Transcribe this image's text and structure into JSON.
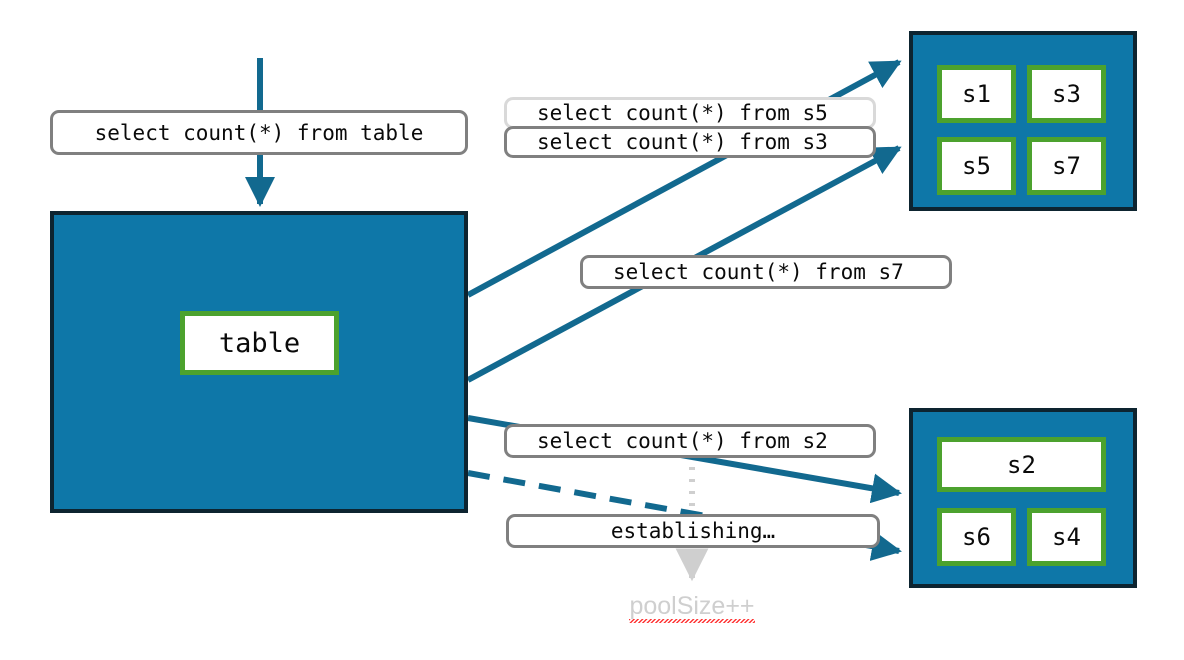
{
  "diagram": {
    "title": "sharded table connection pool diagram",
    "colors": {
      "pool_fill": "#0e77a8",
      "pool_border": "#0d2430",
      "node_border": "#4ca22e",
      "node_fill": "#ffffff",
      "arrow": "#12698f",
      "label_border": "#808080",
      "label_border_light": "#d9d9d9",
      "muted_text": "#cfcfcf",
      "spell_error": "#ff2b2b"
    }
  },
  "queries": {
    "table": "select count(*) from table",
    "s5": "select count(*) from s5",
    "s3": "select count(*) from s3",
    "s7": "select count(*) from s7",
    "s2": "select count(*) from s2",
    "establishing": "establishing…"
  },
  "table_pool": {
    "node_label": "table"
  },
  "pool_top": {
    "shards": [
      {
        "label": "s1"
      },
      {
        "label": "s3"
      },
      {
        "label": "s5"
      },
      {
        "label": "s7"
      }
    ]
  },
  "pool_bottom": {
    "shards": [
      {
        "label": "s2"
      },
      {
        "label": "s6"
      },
      {
        "label": "s4"
      }
    ]
  },
  "annotations": {
    "pool_size": "poolSize++"
  }
}
